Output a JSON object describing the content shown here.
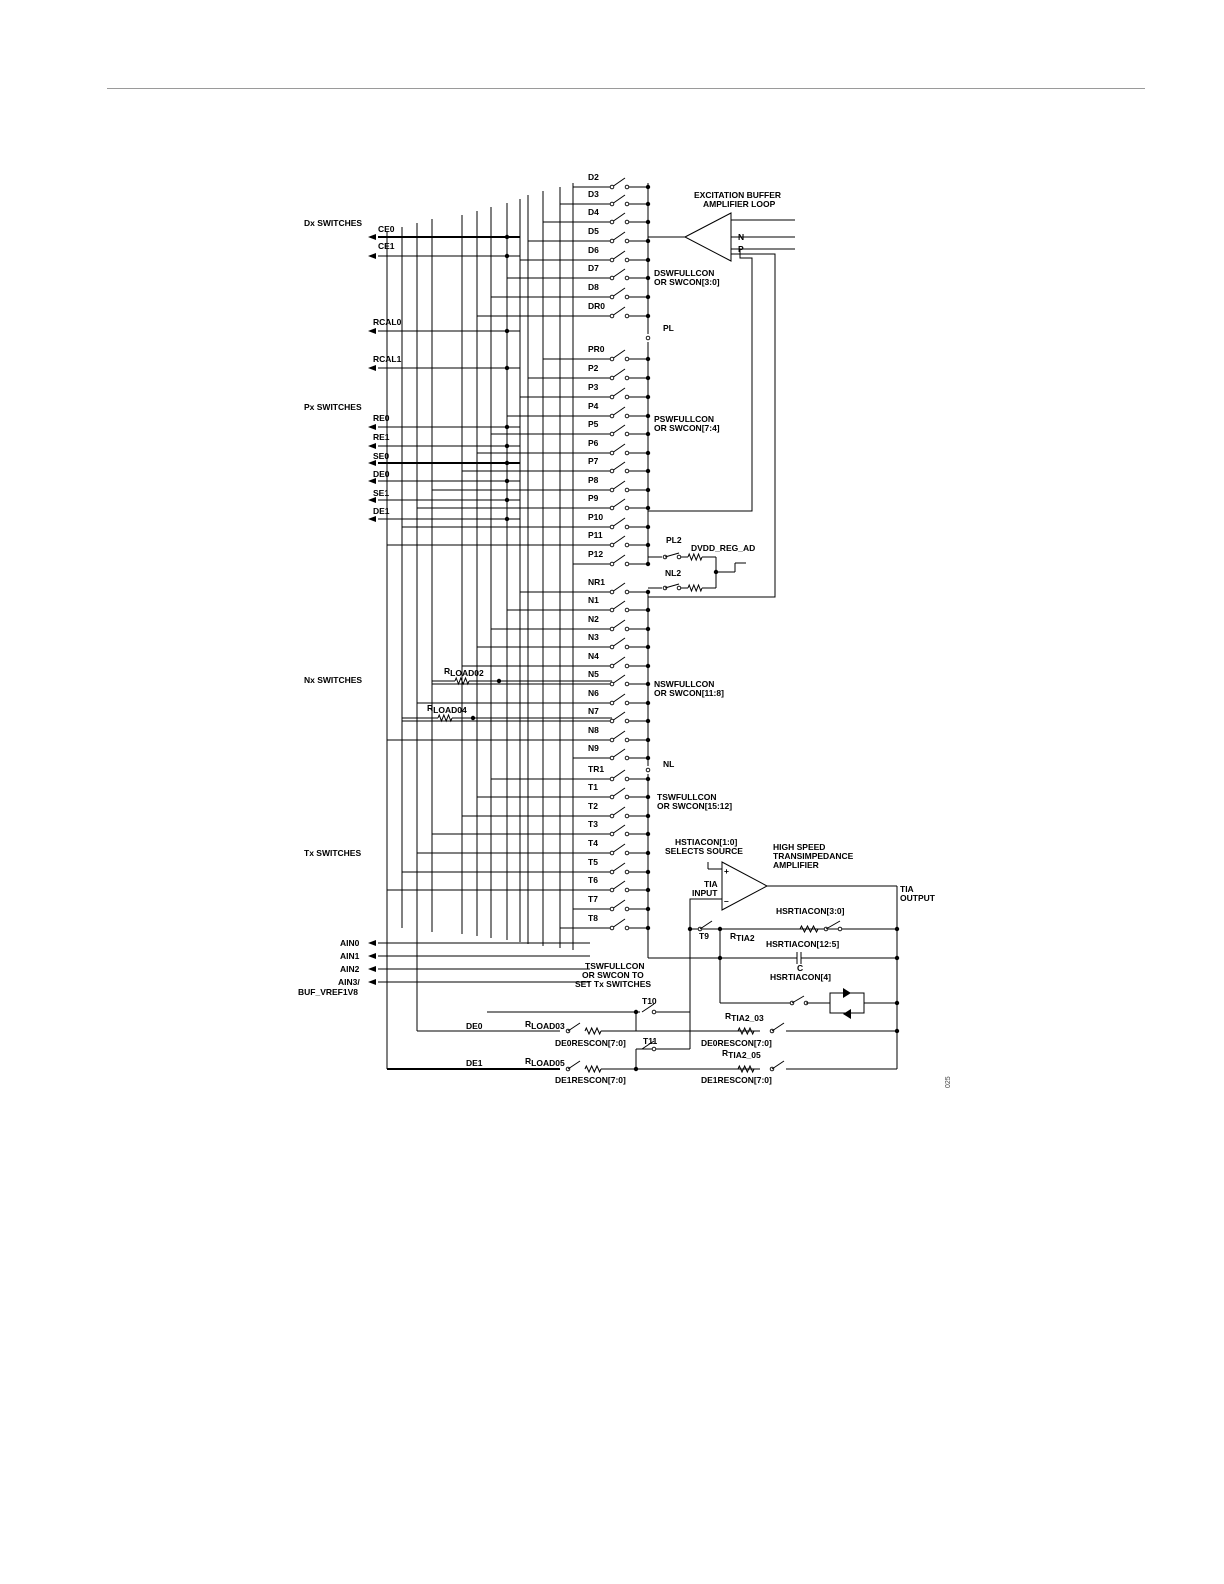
{
  "groups": {
    "dx": "Dx SWITCHES",
    "px": "Px SWITCHES",
    "nx": "Nx SWITCHES",
    "tx": "Tx SWITCHES"
  },
  "d_switches": [
    "D2",
    "D3",
    "D4",
    "D5",
    "D6",
    "D7",
    "D8",
    "DR0"
  ],
  "p_switches": [
    "PR0",
    "P2",
    "P3",
    "P4",
    "P5",
    "P6",
    "P7",
    "P8",
    "P9",
    "P10",
    "P11",
    "P12"
  ],
  "n_switches": [
    "NR1",
    "N1",
    "N2",
    "N3",
    "N4",
    "N5",
    "N6",
    "N7",
    "N8",
    "N9"
  ],
  "t_switches": [
    "TR1",
    "T1",
    "T2",
    "T3",
    "T4",
    "T5",
    "T6",
    "T7",
    "T8"
  ],
  "pins": {
    "ce0": "CE0",
    "ce1": "CE1",
    "rcal0": "RCAL0",
    "rcal1": "RCAL1",
    "re0": "RE0",
    "re1": "RE1",
    "se0": "SE0",
    "de0": "DE0",
    "se1": "SE1",
    "de1": "DE1",
    "ain0": "AIN0",
    "ain1": "AIN1",
    "ain2": "AIN2",
    "ain3_line1": "AIN3/",
    "ain3_line2": "BUF_VREF1V8"
  },
  "labels": {
    "excitation_line1": "EXCITATION BUFFER",
    "excitation_line2": "AMPLIFIER LOOP",
    "amp_n": "N",
    "amp_p": "P",
    "dsw_line1": "DSWFULLCON",
    "dsw_line2": "OR SWCON[3:0]",
    "pl": "PL",
    "psw_line1": "PSWFULLCON",
    "psw_line2": "OR SWCON[7:4]",
    "pl2": "PL2",
    "nl2": "NL2",
    "dvdd": "DVDD_REG_AD",
    "nsw_line1": "NSWFULLCON",
    "nsw_line2": "OR SWCON[11:8]",
    "nl": "NL",
    "tsw_line1": "TSWFULLCON",
    "tsw_line2": "OR SWCON[15:12]",
    "rload02_main": "R",
    "rload02_sub": "LOAD02",
    "rload04_main": "R",
    "rload04_sub": "LOAD04",
    "hstia_line1": "HSTIACON[1:0]",
    "hstia_line2": "SELECTS SOURCE",
    "hs_line1": "HIGH SPEED",
    "hs_line2": "TRANSIMPEDANCE",
    "hs_line3": "AMPLIFIER",
    "plus": "+",
    "minus": "–",
    "tia_input_line1": "TIA",
    "tia_input_line2": "INPUT",
    "tia_output_line1": "TIA",
    "tia_output_line2": "OUTPUT",
    "hsrtia_3_0": "HSRTIACON[3:0]",
    "t9": "T9",
    "rtia2_main": "R",
    "rtia2_sub": "TIA2",
    "hsrtia_12_5": "HSRTIACON[12:5]",
    "cap_c": "C",
    "hsrtia_4": "HSRTIACON[4]",
    "tswcon_line1": "TSWFULLCON",
    "tswcon_line2": "OR SWCON TO",
    "tswcon_line3": "SET Tx SWITCHES",
    "t10": "T10",
    "t11": "T11",
    "de0_bottom": "DE0",
    "de1_bottom": "DE1",
    "rload03_main": "R",
    "rload03_sub": "LOAD03",
    "rload05_main": "R",
    "rload05_sub": "LOAD05",
    "de0rescon_left": "DE0RESCON[7:0]",
    "de1rescon_left": "DE1RESCON[7:0]",
    "rtia2_03_main": "R",
    "rtia2_03_sub": "TIA2_03",
    "rtia2_05_main": "R",
    "rtia2_05_sub": "TIA2_05",
    "de0rescon_right": "DE0RESCON[7:0]",
    "de1rescon_right": "DE1RESCON[7:0]",
    "figure_no": "025"
  }
}
